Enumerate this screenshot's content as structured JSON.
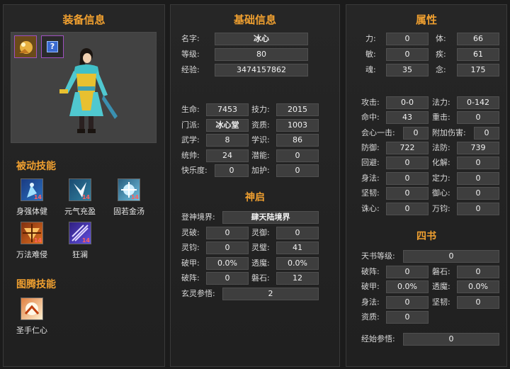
{
  "equip": {
    "title": "装备信息",
    "passive_title": "被动技能",
    "totem_title": "图腾技能",
    "slot2_glyph": "?",
    "passive": [
      {
        "name": "身强体健",
        "level": "14"
      },
      {
        "name": "元气充盈",
        "level": "14"
      },
      {
        "name": "固若金汤",
        "level": "14"
      },
      {
        "name": "万法难侵",
        "level": "14"
      },
      {
        "name": "狂澜",
        "level": "14"
      }
    ],
    "totem": [
      {
        "name": "圣手仁心"
      }
    ]
  },
  "basic": {
    "title": "基础信息",
    "name_label": "名字:",
    "name": "冰心",
    "level_label": "等级:",
    "level": "80",
    "exp_label": "经验:",
    "exp": "3474157862",
    "hp_label": "生命:",
    "hp": "7453",
    "skill_label": "技力:",
    "skill": "2015",
    "sect_label": "门派:",
    "sect": "冰心堂",
    "apt_label": "资质:",
    "apt": "1003",
    "martial_label": "武学:",
    "martial": "8",
    "study_label": "学识:",
    "study": "86",
    "lead_label": "统帅:",
    "lead": "24",
    "pot_label": "潜能:",
    "pot": "0",
    "happy_label": "快乐度:",
    "happy": "0",
    "guard_label": "加护:",
    "guard": "0"
  },
  "shenqi": {
    "title": "神启",
    "realm_label": "登神境界:",
    "realm": "肆天陆境界",
    "lingpo_label": "灵破:",
    "lingpo": "0",
    "lingyu_label": "灵御:",
    "lingyu": "0",
    "lingjun_label": "灵钧:",
    "lingjun": "0",
    "lingbi_label": "灵璧:",
    "lingbi": "41",
    "pojia_label": "破甲:",
    "pojia": "0.0%",
    "tomo_label": "透魔:",
    "tomo": "0.0%",
    "pozhen_label": "破阵:",
    "pozhen": "0",
    "panshi_label": "磐石:",
    "panshi": "12",
    "xuanling_label": "玄灵参悟:",
    "xuanling": "2"
  },
  "attr": {
    "title": "属性",
    "li_label": "力:",
    "li": "0",
    "ti_label": "体:",
    "ti": "66",
    "min_label": "敏:",
    "min": "0",
    "ji_label": "疾:",
    "ji": "61",
    "hun_label": "魂:",
    "hun": "35",
    "nian_label": "念:",
    "nian": "175",
    "atk_label": "攻击:",
    "atk": "0-0",
    "matk_label": "法力:",
    "matk": "0-142",
    "hit_label": "命中:",
    "hit": "43",
    "heavy_label": "重击:",
    "heavy": "0",
    "crit_label": "会心一击:",
    "crit": "0",
    "extra_label": "附加伤害:",
    "extra": "0",
    "def_label": "防御:",
    "def": "722",
    "mdef_label": "法防:",
    "mdef": "739",
    "dodge_label": "回避:",
    "dodge": "0",
    "resolve_label": "化解:",
    "resolve": "0",
    "body_label": "身法:",
    "body": "0",
    "focus_label": "定力:",
    "focus": "0",
    "tough_label": "坚韧:",
    "tough": "0",
    "ward_label": "御心:",
    "ward": "0",
    "zhuxin_label": "诛心:",
    "zhuxin": "0",
    "wanjun_label": "万钧:",
    "wanjun": "0"
  },
  "sishu": {
    "title": "四书",
    "tianshu_label": "天书等级:",
    "tianshu": "0",
    "pozhen_label": "破阵:",
    "pozhen": "0",
    "panshi_label": "磐石:",
    "panshi": "0",
    "pojia_label": "破甲:",
    "pojia": "0.0%",
    "tomo_label": "透魔:",
    "tomo": "0.0%",
    "body_label": "身法:",
    "body": "0",
    "tough_label": "坚韧:",
    "tough": "0",
    "apt_label": "资质:",
    "apt": "0",
    "jingshi_label": "经始参悟:",
    "jingshi": "0"
  },
  "colors": {
    "title": "#f0a030",
    "box": "#3e3e3e",
    "panel": "#242424"
  }
}
